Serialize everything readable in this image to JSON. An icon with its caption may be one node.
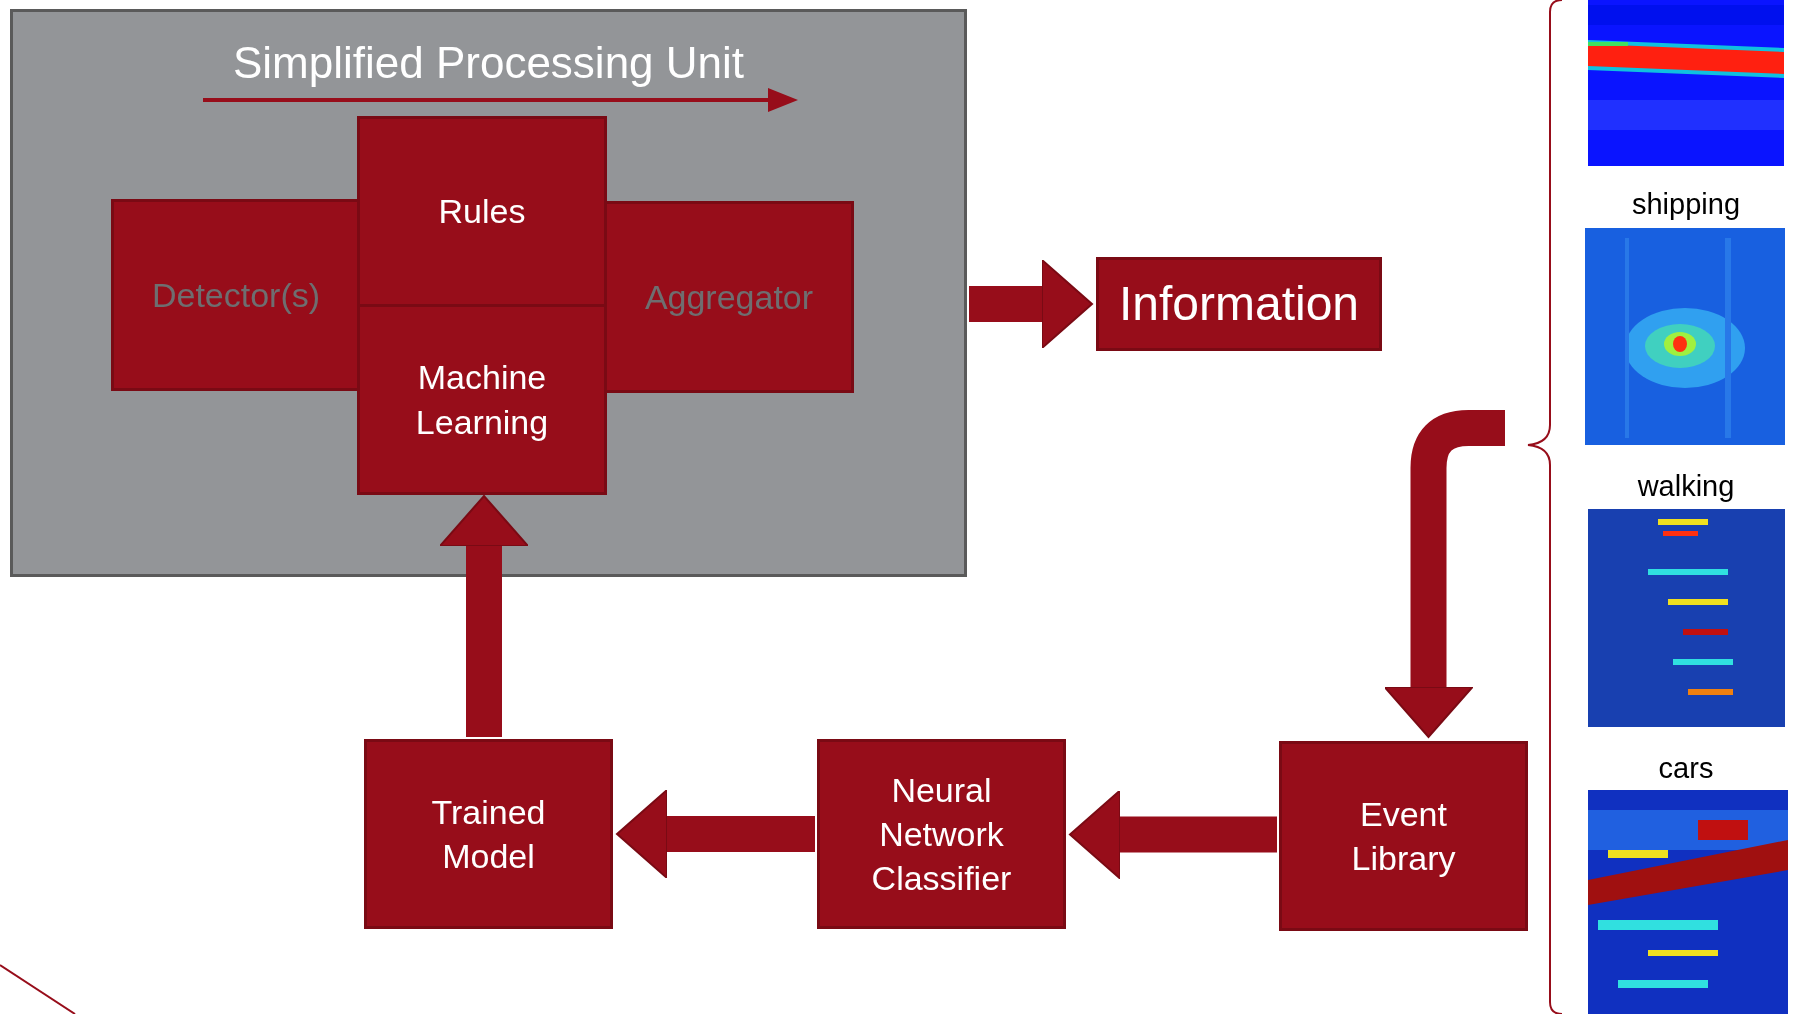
{
  "diagram": {
    "nodes": [
      {
        "text": [
          "Simplified Processing Unit"
        ]
      },
      {
        "text": [
          "Detector(s)"
        ],
        "in": 0
      },
      {
        "text": [
          "Rules"
        ],
        "in": 0
      },
      {
        "text": [
          "Machine Learning"
        ],
        "in": 0
      },
      {
        "text": [
          "Aggregator"
        ],
        "in": 0
      },
      {
        "text": [
          "Information"
        ]
      },
      {
        "text": [
          "Event Library"
        ]
      },
      {
        "text": [
          "Neural Network Classifier"
        ]
      },
      {
        "text": [
          "Trained Model"
        ]
      }
    ],
    "edges": [
      {
        "from": 0,
        "to": 5,
        "arrow": "to"
      },
      {
        "from": null,
        "to": 6,
        "arrow": "to"
      },
      {
        "from": 6,
        "to": 7,
        "arrow": "to"
      },
      {
        "from": 7,
        "to": 8,
        "arrow": "to"
      },
      {
        "from": 8,
        "to": 3,
        "arrow": "to"
      }
    ],
    "labels": [
      "shipping",
      "walking",
      "cars"
    ]
  }
}
